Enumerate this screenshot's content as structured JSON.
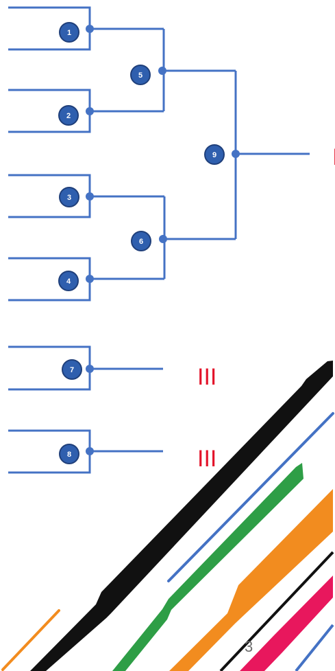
{
  "bracket": {
    "nodes": [
      "1",
      "2",
      "3",
      "4",
      "5",
      "6",
      "9",
      "7",
      "8"
    ],
    "placements": {
      "final": "I",
      "match7": "III",
      "match8": "III"
    },
    "colors": {
      "line": "#4472c4",
      "node_fill": "#2f5fae",
      "node_ring": "#1f3f7a",
      "placement": "#e3142b"
    }
  },
  "decoration": {
    "stripe_colors": [
      "#111111",
      "#4472c4",
      "#2e9e46",
      "#f28c1f",
      "#e8175d"
    ]
  },
  "footer": {
    "page_number": "3"
  }
}
